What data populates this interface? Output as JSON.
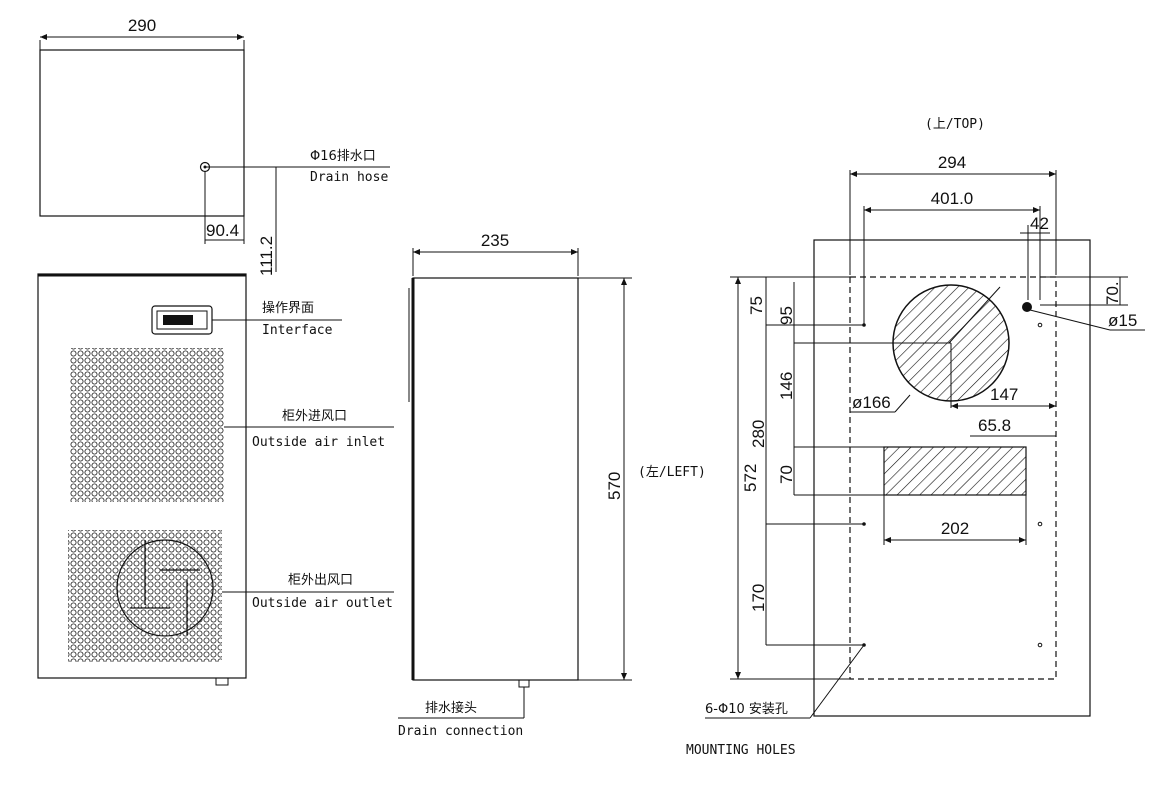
{
  "top_view": {
    "width_dim": "290",
    "drain_x_dim": "90.4",
    "drain_y_dim": "111.2",
    "drain_cn": "Φ16排水口",
    "drain_en": "Drain hose"
  },
  "front_view": {
    "interface_cn": "操作界面",
    "interface_en": "Interface",
    "inlet_cn": "柜外进风口",
    "inlet_en": "Outside air inlet",
    "outlet_cn": "柜外出风口",
    "outlet_en": "Outside air outlet"
  },
  "side_view": {
    "width_dim": "235",
    "height_dim": "570",
    "drain_cn": "排水接头",
    "drain_en": "Drain connection"
  },
  "cutout_view": {
    "top_label": "(上/TOP)",
    "left_label": "(左/LEFT)",
    "dims": {
      "d294": "294",
      "d401": "401.0",
      "d42": "42",
      "d70top": "70.",
      "d15": "ø15",
      "d75": "75",
      "d95": "95",
      "d146": "146",
      "d280": "280",
      "d147": "147",
      "d166": "ø166",
      "d65": "65.8",
      "d70": "70",
      "d572": "572",
      "d202": "202",
      "d170": "170"
    },
    "holes_cn": "6-Φ10 安装孔",
    "holes_en": "MOUNTING HOLES"
  }
}
